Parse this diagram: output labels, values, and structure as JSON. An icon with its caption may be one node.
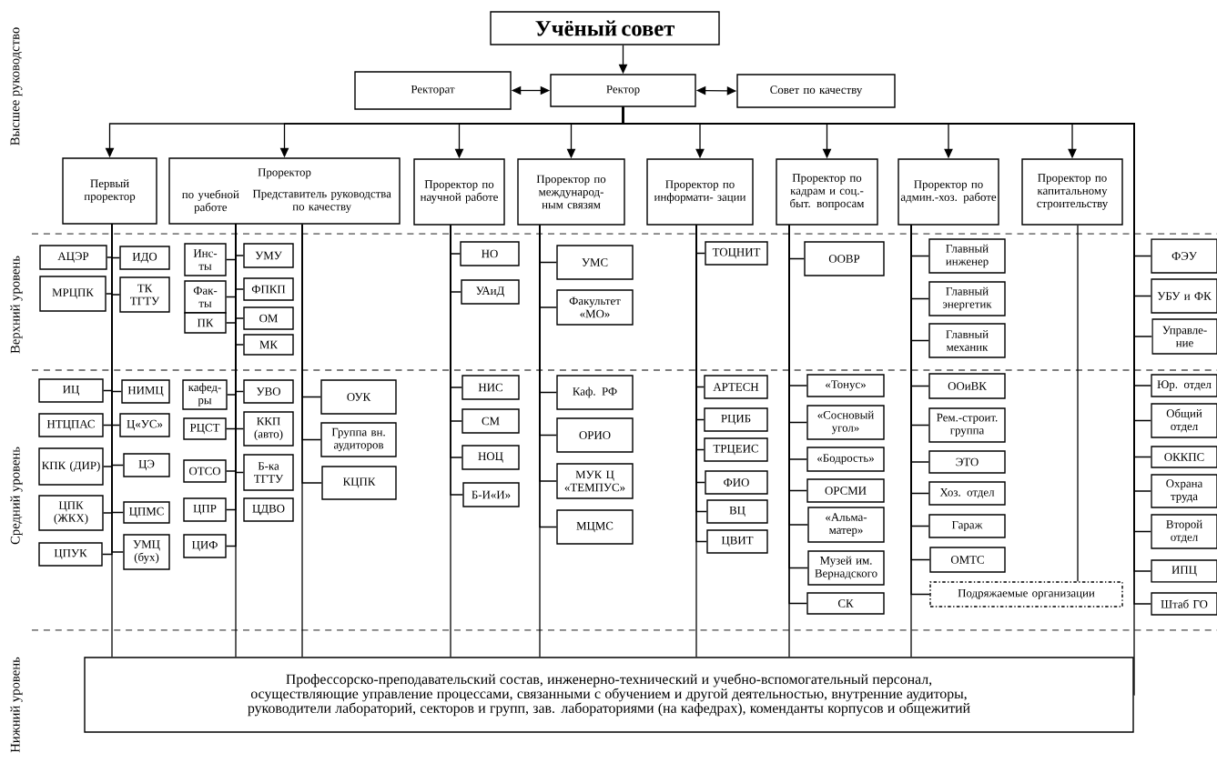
{
  "diagram": {
    "nodes": [
      {
        "text": [
          "Учёный совет"
        ]
      },
      {
        "text": [
          "Ректорат"
        ]
      },
      {
        "text": [
          "Ректор"
        ]
      },
      {
        "text": [
          "Совет по качеству"
        ]
      },
      {
        "text": [
          "Первый проректор"
        ]
      },
      {
        "text": [
          "Проректор",
          "по учебной работе",
          "Представитель руководства по качеству"
        ]
      },
      {
        "text": [
          "Проректор по научной работе"
        ]
      },
      {
        "text": [
          "Проректор по международ- ным связям"
        ]
      },
      {
        "text": [
          "Проректор по информати- зации"
        ]
      },
      {
        "text": [
          "Проректор по кадрам и соц.- быт. вопросам"
        ]
      },
      {
        "text": [
          "Проректор по админ.-хоз. работе"
        ]
      },
      {
        "text": [
          "Проректор по капитальному строительству"
        ]
      },
      {
        "text": [
          "АЦЭР"
        ]
      },
      {
        "text": [
          "ИДО"
        ]
      },
      {
        "text": [
          "МРЦПК"
        ]
      },
      {
        "text": [
          "ТК ТГТУ"
        ]
      },
      {
        "text": [
          "Инс- ты"
        ]
      },
      {
        "text": [
          "УМУ"
        ]
      },
      {
        "text": [
          "Фак- ты"
        ]
      },
      {
        "text": [
          "ФПКП"
        ]
      },
      {
        "text": [
          "ПК"
        ]
      },
      {
        "text": [
          "ОМ"
        ]
      },
      {
        "text": [
          "МК"
        ]
      },
      {
        "text": [
          "НО"
        ]
      },
      {
        "text": [
          "УАиД"
        ]
      },
      {
        "text": [
          "УМС"
        ]
      },
      {
        "text": [
          "Факультет «МО»"
        ]
      },
      {
        "text": [
          "ТОЦНИТ"
        ]
      },
      {
        "text": [
          "ООВР"
        ]
      },
      {
        "text": [
          "Главный инженер"
        ]
      },
      {
        "text": [
          "Главный энергетик"
        ]
      },
      {
        "text": [
          "Главный механик"
        ]
      },
      {
        "text": [
          "ФЭУ"
        ]
      },
      {
        "text": [
          "УБУ и ФК"
        ]
      },
      {
        "text": [
          "Управле- ние"
        ]
      },
      {
        "text": [
          "ИЦ"
        ]
      },
      {
        "text": [
          "НИМЦ"
        ]
      },
      {
        "text": [
          "НТЦПАС"
        ]
      },
      {
        "text": [
          "Ц«УС»"
        ]
      },
      {
        "text": [
          "КПК (ДИР)"
        ]
      },
      {
        "text": [
          "ЦЭ"
        ]
      },
      {
        "text": [
          "ЦПК (ЖКХ)"
        ]
      },
      {
        "text": [
          "ЦПМС"
        ]
      },
      {
        "text": [
          "ЦПУК"
        ]
      },
      {
        "text": [
          "УМЦ (бух)"
        ]
      },
      {
        "text": [
          "кафед- ры"
        ]
      },
      {
        "text": [
          "УВО"
        ]
      },
      {
        "text": [
          "РЦСТ"
        ]
      },
      {
        "text": [
          "ККП (авто)"
        ]
      },
      {
        "text": [
          "ОТСО"
        ]
      },
      {
        "text": [
          "Б-ка ТГТУ"
        ]
      },
      {
        "text": [
          "ЦПР"
        ]
      },
      {
        "text": [
          "ЦДВО"
        ]
      },
      {
        "text": [
          "ЦИФ"
        ]
      },
      {
        "text": [
          "ОУК"
        ]
      },
      {
        "text": [
          "Группа вн. аудиторов"
        ]
      },
      {
        "text": [
          "КЦПК"
        ]
      },
      {
        "text": [
          "НИС"
        ]
      },
      {
        "text": [
          "СМ"
        ]
      },
      {
        "text": [
          "НОЦ"
        ]
      },
      {
        "text": [
          "Б-И«И»"
        ]
      },
      {
        "text": [
          "Каф. РФ"
        ]
      },
      {
        "text": [
          "ОРИО"
        ]
      },
      {
        "text": [
          "МУК Ц «ТЕМПУС»"
        ]
      },
      {
        "text": [
          "МЦМС"
        ]
      },
      {
        "text": [
          "АРТЕСН"
        ]
      },
      {
        "text": [
          "РЦИБ"
        ]
      },
      {
        "text": [
          "ТРЦЕИС"
        ]
      },
      {
        "text": [
          "ФИО"
        ]
      },
      {
        "text": [
          "ВЦ"
        ]
      },
      {
        "text": [
          "ЦВИТ"
        ]
      },
      {
        "text": [
          "«Тонус»"
        ]
      },
      {
        "text": [
          "«Сосновый угол»"
        ]
      },
      {
        "text": [
          "«Бодрость»"
        ]
      },
      {
        "text": [
          "ОРСМИ"
        ]
      },
      {
        "text": [
          "«Альма- матер»"
        ]
      },
      {
        "text": [
          "Музей им. Вернадского"
        ]
      },
      {
        "text": [
          "СК"
        ]
      },
      {
        "text": [
          "ООиВК"
        ]
      },
      {
        "text": [
          "Рем.-строит. группа"
        ]
      },
      {
        "text": [
          "ЭТО"
        ]
      },
      {
        "text": [
          "Хоз. отдел"
        ]
      },
      {
        "text": [
          "Гараж"
        ]
      },
      {
        "text": [
          "ОМТС"
        ]
      },
      {
        "text": [
          "Подряжаемые организации"
        ]
      },
      {
        "text": [
          "Юр. отдел"
        ]
      },
      {
        "text": [
          "Общий отдел"
        ]
      },
      {
        "text": [
          "ОККПС"
        ]
      },
      {
        "text": [
          "Охрана труда"
        ]
      },
      {
        "text": [
          "Второй отдел"
        ]
      },
      {
        "text": [
          "ИПЦ"
        ]
      },
      {
        "text": [
          "Штаб ГО"
        ]
      },
      {
        "text": [
          "Профессорско-преподавательский состав, инженерно-технический и учебно-вспомогательный персонал, осуществляющие управление процессами, связанными с обучением и другой деятельностью, внутренние аудиторы, руководители лабораторий, секторов и групп, зав. лабораториями (на кафедрах), коменданты корпусов и общежитий"
        ]
      }
    ],
    "edges": [
      {
        "from": 0,
        "to": 2,
        "arrow": "to"
      },
      {
        "from": 1,
        "to": 2,
        "arrow": "both"
      },
      {
        "from": 2,
        "to": 3,
        "arrow": "both"
      },
      {
        "from": 2,
        "to": 4,
        "arrow": "to"
      },
      {
        "from": 2,
        "to": 5,
        "arrow": "to"
      },
      {
        "from": 2,
        "to": 6,
        "arrow": "to"
      },
      {
        "from": 2,
        "to": 7,
        "arrow": "to"
      },
      {
        "from": 2,
        "to": 8,
        "arrow": "to"
      },
      {
        "from": 2,
        "to": 9,
        "arrow": "to"
      },
      {
        "from": 2,
        "to": 10,
        "arrow": "to"
      },
      {
        "from": 2,
        "to": 11,
        "arrow": "to"
      },
      {
        "from": 2,
        "to": 32,
        "arrow": "none"
      },
      {
        "from": 2,
        "to": 33,
        "arrow": "none"
      },
      {
        "from": 2,
        "to": 34,
        "arrow": "none"
      },
      {
        "from": 2,
        "to": 85,
        "arrow": "none"
      },
      {
        "from": 2,
        "to": 86,
        "arrow": "none"
      },
      {
        "from": 2,
        "to": 87,
        "arrow": "none"
      },
      {
        "from": 2,
        "to": 88,
        "arrow": "none"
      },
      {
        "from": 2,
        "to": 89,
        "arrow": "none"
      },
      {
        "from": 2,
        "to": 90,
        "arrow": "none"
      },
      {
        "from": 2,
        "to": 91,
        "arrow": "none"
      },
      {
        "from": 2,
        "to": 92,
        "arrow": "none"
      },
      {
        "from": 4,
        "to": 12,
        "arrow": "none"
      },
      {
        "from": 4,
        "to": 13,
        "arrow": "none"
      },
      {
        "from": 4,
        "to": 14,
        "arrow": "none"
      },
      {
        "from": 4,
        "to": 15,
        "arrow": "none"
      },
      {
        "from": 4,
        "to": 35,
        "arrow": "none"
      },
      {
        "from": 4,
        "to": 36,
        "arrow": "none"
      },
      {
        "from": 4,
        "to": 37,
        "arrow": "none"
      },
      {
        "from": 4,
        "to": 38,
        "arrow": "none"
      },
      {
        "from": 4,
        "to": 39,
        "arrow": "none"
      },
      {
        "from": 4,
        "to": 40,
        "arrow": "none"
      },
      {
        "from": 4,
        "to": 41,
        "arrow": "none"
      },
      {
        "from": 4,
        "to": 42,
        "arrow": "none"
      },
      {
        "from": 4,
        "to": 43,
        "arrow": "none"
      },
      {
        "from": 4,
        "to": 44,
        "arrow": "none"
      },
      {
        "from": 4,
        "to": 92,
        "arrow": "none"
      },
      {
        "from": 5,
        "to": 16,
        "arrow": "none"
      },
      {
        "from": 5,
        "to": 17,
        "arrow": "none"
      },
      {
        "from": 5,
        "to": 18,
        "arrow": "none"
      },
      {
        "from": 5,
        "to": 19,
        "arrow": "none"
      },
      {
        "from": 5,
        "to": 20,
        "arrow": "none"
      },
      {
        "from": 5,
        "to": 21,
        "arrow": "none"
      },
      {
        "from": 5,
        "to": 22,
        "arrow": "none"
      },
      {
        "from": 5,
        "to": 45,
        "arrow": "none"
      },
      {
        "from": 5,
        "to": 46,
        "arrow": "none"
      },
      {
        "from": 5,
        "to": 47,
        "arrow": "none"
      },
      {
        "from": 5,
        "to": 48,
        "arrow": "none"
      },
      {
        "from": 5,
        "to": 49,
        "arrow": "none"
      },
      {
        "from": 5,
        "to": 50,
        "arrow": "none"
      },
      {
        "from": 5,
        "to": 51,
        "arrow": "none"
      },
      {
        "from": 5,
        "to": 53,
        "arrow": "none"
      },
      {
        "from": 5,
        "to": 92,
        "arrow": "none"
      },
      {
        "from": 5,
        "to": 54,
        "arrow": "none"
      },
      {
        "from": 5,
        "to": 55,
        "arrow": "none"
      },
      {
        "from": 5,
        "to": 56,
        "arrow": "none"
      },
      {
        "from": 5,
        "to": 92,
        "arrow": "none"
      },
      {
        "from": 6,
        "to": 23,
        "arrow": "none"
      },
      {
        "from": 6,
        "to": 24,
        "arrow": "none"
      },
      {
        "from": 6,
        "to": 57,
        "arrow": "none"
      },
      {
        "from": 6,
        "to": 58,
        "arrow": "none"
      },
      {
        "from": 6,
        "to": 59,
        "arrow": "none"
      },
      {
        "from": 6,
        "to": 60,
        "arrow": "none"
      },
      {
        "from": 6,
        "to": 92,
        "arrow": "none"
      },
      {
        "from": 7,
        "to": 25,
        "arrow": "none"
      },
      {
        "from": 7,
        "to": 26,
        "arrow": "none"
      },
      {
        "from": 7,
        "to": 61,
        "arrow": "none"
      },
      {
        "from": 7,
        "to": 62,
        "arrow": "none"
      },
      {
        "from": 7,
        "to": 63,
        "arrow": "none"
      },
      {
        "from": 7,
        "to": 64,
        "arrow": "none"
      },
      {
        "from": 7,
        "to": 92,
        "arrow": "none"
      },
      {
        "from": 8,
        "to": 27,
        "arrow": "none"
      },
      {
        "from": 8,
        "to": 65,
        "arrow": "none"
      },
      {
        "from": 8,
        "to": 66,
        "arrow": "none"
      },
      {
        "from": 8,
        "to": 67,
        "arrow": "none"
      },
      {
        "from": 8,
        "to": 68,
        "arrow": "none"
      },
      {
        "from": 8,
        "to": 69,
        "arrow": "none"
      },
      {
        "from": 8,
        "to": 70,
        "arrow": "none"
      },
      {
        "from": 8,
        "to": 92,
        "arrow": "none"
      },
      {
        "from": 9,
        "to": 28,
        "arrow": "none"
      },
      {
        "from": 9,
        "to": 71,
        "arrow": "none"
      },
      {
        "from": 9,
        "to": 72,
        "arrow": "none"
      },
      {
        "from": 9,
        "to": 73,
        "arrow": "none"
      },
      {
        "from": 9,
        "to": 74,
        "arrow": "none"
      },
      {
        "from": 9,
        "to": 75,
        "arrow": "none"
      },
      {
        "from": 9,
        "to": 76,
        "arrow": "none"
      },
      {
        "from": 9,
        "to": 77,
        "arrow": "none"
      },
      {
        "from": 9,
        "to": 92,
        "arrow": "none"
      },
      {
        "from": 10,
        "to": 29,
        "arrow": "none"
      },
      {
        "from": 10,
        "to": 30,
        "arrow": "none"
      },
      {
        "from": 10,
        "to": 31,
        "arrow": "none"
      },
      {
        "from": 10,
        "to": 78,
        "arrow": "none"
      },
      {
        "from": 10,
        "to": 79,
        "arrow": "none"
      },
      {
        "from": 10,
        "to": 80,
        "arrow": "none"
      },
      {
        "from": 10,
        "to": 81,
        "arrow": "none"
      },
      {
        "from": 10,
        "to": 82,
        "arrow": "none"
      },
      {
        "from": 10,
        "to": 83,
        "arrow": "none"
      },
      {
        "from": 10,
        "to": 84,
        "arrow": "none"
      },
      {
        "from": 10,
        "to": 92,
        "arrow": "none"
      },
      {
        "from": 11,
        "to": 84,
        "arrow": "none"
      }
    ],
    "labels": [
      "Высшее руководство",
      "Верхний уровень",
      "Средний уровень",
      "Нижний уровень"
    ]
  }
}
